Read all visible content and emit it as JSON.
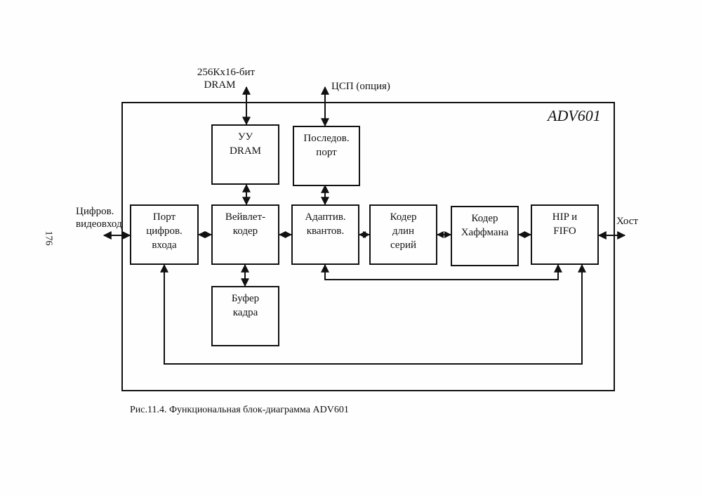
{
  "page_number": "176",
  "chip_name": "ADV601",
  "external": {
    "dram": [
      "256Кx16-бит",
      "DRAM"
    ],
    "dsp": "ЦСП (опция)",
    "video_in": [
      "Цифров.",
      "видеовход"
    ],
    "host": "Хост"
  },
  "blocks": {
    "dram_ctrl": [
      "УУ",
      "DRAM"
    ],
    "serial_port": [
      "Последов.",
      "порт"
    ],
    "input_port": [
      "Порт",
      "цифров.",
      "входа"
    ],
    "wavelet": [
      "Вейвлет-",
      "кодер"
    ],
    "adaptive": [
      "Адаптив.",
      "квантов."
    ],
    "rle": [
      "Кодер",
      "длин",
      "серий"
    ],
    "huffman": [
      "Кодер",
      "Хаффмана"
    ],
    "hip": [
      "HIP и",
      "FIFO"
    ],
    "frame_buffer": [
      "Буфер",
      "кадра"
    ]
  },
  "caption": "Рис.11.4. Функциональная блок-диаграмма ADV601"
}
